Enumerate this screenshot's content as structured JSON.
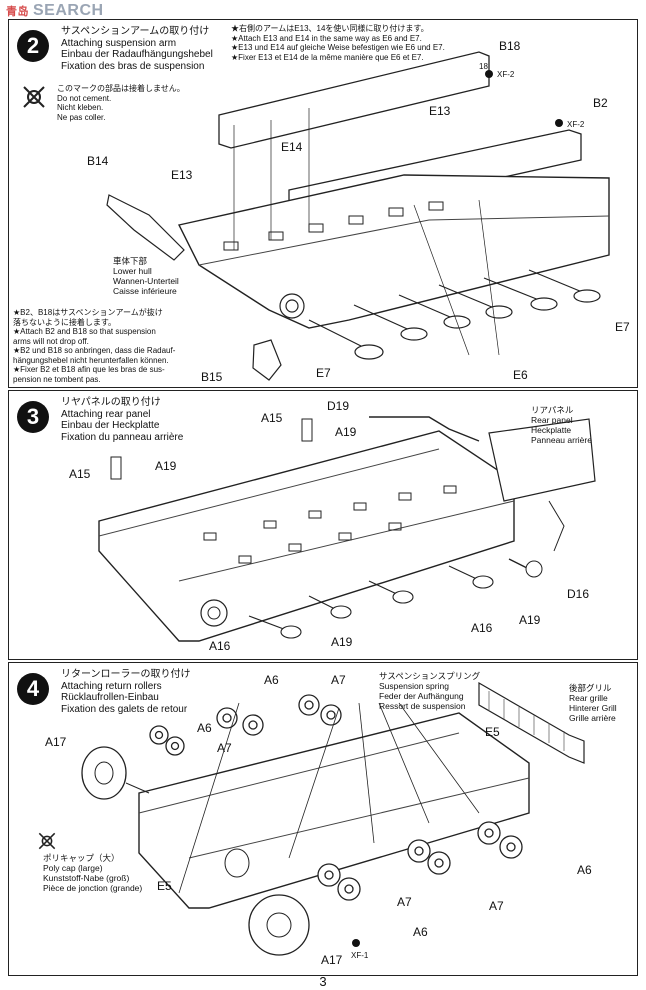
{
  "watermark": {
    "logo": "青岛",
    "text": "SEARCH"
  },
  "step2": {
    "number": "2",
    "title_jp": "サスペンションアームの取り付け",
    "title_en": "Attaching suspension arm",
    "title_de": "Einbau der Radaufhängungshebel",
    "title_fr": "Fixation des bras de suspension",
    "note_e13": [
      "★右側のアームはE13、14を使い同様に取り付けます。",
      "★Attach E13 and E14 in the same way as E6 and E7.",
      "★E13 und E14 auf gleiche Weise befestigen wie E6 und E7.",
      "★Fixer E13 et E14 de la même manière que E6 et E7."
    ],
    "nocement": [
      "このマークの部品は接着しません。",
      "Do not cement.",
      "Nicht kleben.",
      "Ne pas coller."
    ],
    "lower_hull": [
      "車体下部",
      "Lower hull",
      "Wannen-Unterteil",
      "Caisse inférieure"
    ],
    "b2_note": [
      "★B2、B18はサスペンションアームが抜け",
      "落ちないように接着します。",
      "★Attach B2 and B18 so that suspension",
      "arms will not drop off.",
      "★B2 und B18 so anbringen, dass die Radauf-",
      "hängungshebel nicht herunterfallen können.",
      "★Fixer B2 et B18 afin que les bras de sus-",
      "pension ne tombent pas."
    ],
    "labels": {
      "b18": "B18",
      "b2": "B2",
      "e13a": "E13",
      "e13b": "E13",
      "e14": "E14",
      "b14": "B14",
      "b15": "B15",
      "e7a": "E7",
      "e7b": "E7",
      "e6": "E6",
      "n18": "18",
      "xf2a": "XF-2",
      "xf2b": "XF-2"
    }
  },
  "step3": {
    "number": "3",
    "title_jp": "リヤパネルの取り付け",
    "title_en": "Attaching rear panel",
    "title_de": "Einbau der Heckplatte",
    "title_fr": "Fixation du panneau arrière",
    "rear_panel": [
      "リアパネル",
      "Rear panel",
      "Heckplatte",
      "Panneau arrière"
    ],
    "labels": {
      "a15a": "A15",
      "a15b": "A15",
      "a19a": "A19",
      "a19b": "A19",
      "a19c": "A19",
      "a19d": "A19",
      "d19": "D19",
      "d16": "D16",
      "a16a": "A16",
      "a16b": "A16"
    }
  },
  "step4": {
    "number": "4",
    "title_jp": "リターンローラーの取り付け",
    "title_en": "Attaching return rollers",
    "title_de": "Rücklaufrollen-Einbau",
    "title_fr": "Fixation des galets de retour",
    "spring": [
      "サスペンションスプリング",
      "Suspension spring",
      "Feder der Aufhängung",
      "Ressort de suspension"
    ],
    "grill": [
      "後部グリル",
      "Rear grille",
      "Hinterer Grill",
      "Grille arrière"
    ],
    "polycap": [
      "ポリキャップ（大）",
      "Poly cap (large)",
      "Kunststoff-Nabe (groß)",
      "Pièce de jonction (grande)"
    ],
    "labels": {
      "a6a": "A6",
      "a6b": "A6",
      "a6c": "A6",
      "a6d": "A6",
      "a7a": "A7",
      "a7b": "A7",
      "a7c": "A7",
      "a7d": "A7",
      "a17a": "A17",
      "a17b": "A17",
      "e5a": "E5",
      "e5b": "E5",
      "xf1": "XF-1"
    }
  },
  "page_number": "3"
}
